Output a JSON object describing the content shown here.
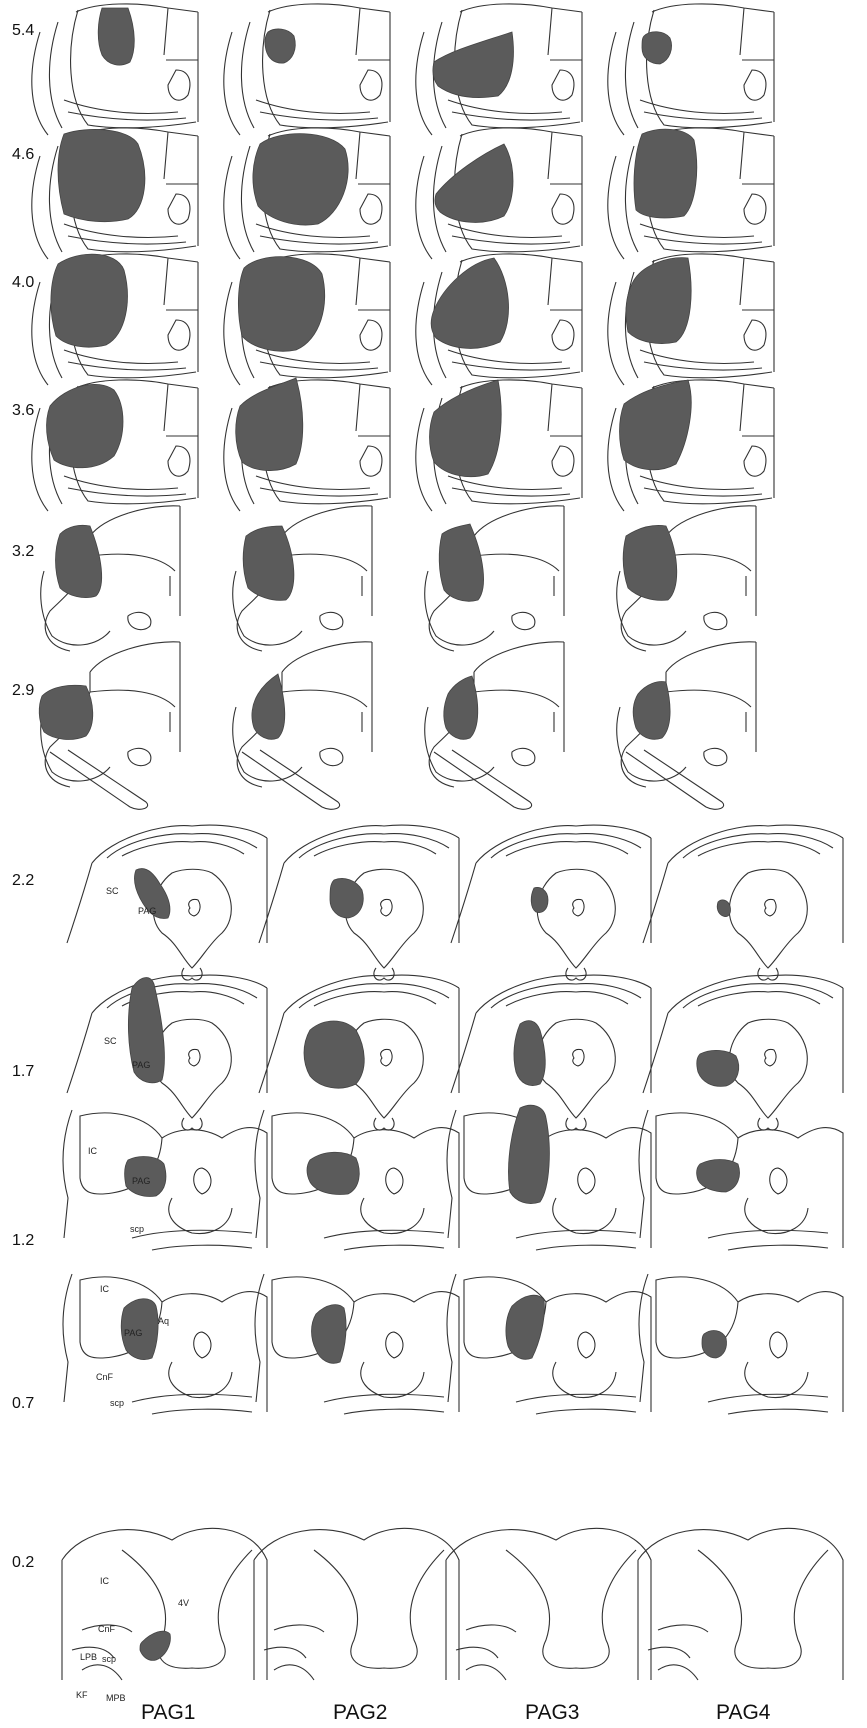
{
  "levels": [
    "5.4",
    "4.6",
    "4.0",
    "3.6",
    "3.2",
    "2.9",
    "2.2",
    "1.7",
    "1.2",
    "0.7",
    "0.2"
  ],
  "columns": [
    "PAG1",
    "PAG2",
    "PAG3",
    "PAG4"
  ],
  "region_labels": {
    "sc": "SC",
    "pag": "PAG",
    "ic": "IC",
    "scp": "scp",
    "aq": "Aq",
    "cnf": "CnF",
    "v4": "4V",
    "lpb": "LPB",
    "mpb": "MPB",
    "kf": "KF"
  },
  "colors": {
    "shading": "#5b5b5b",
    "outline": "#333333"
  }
}
